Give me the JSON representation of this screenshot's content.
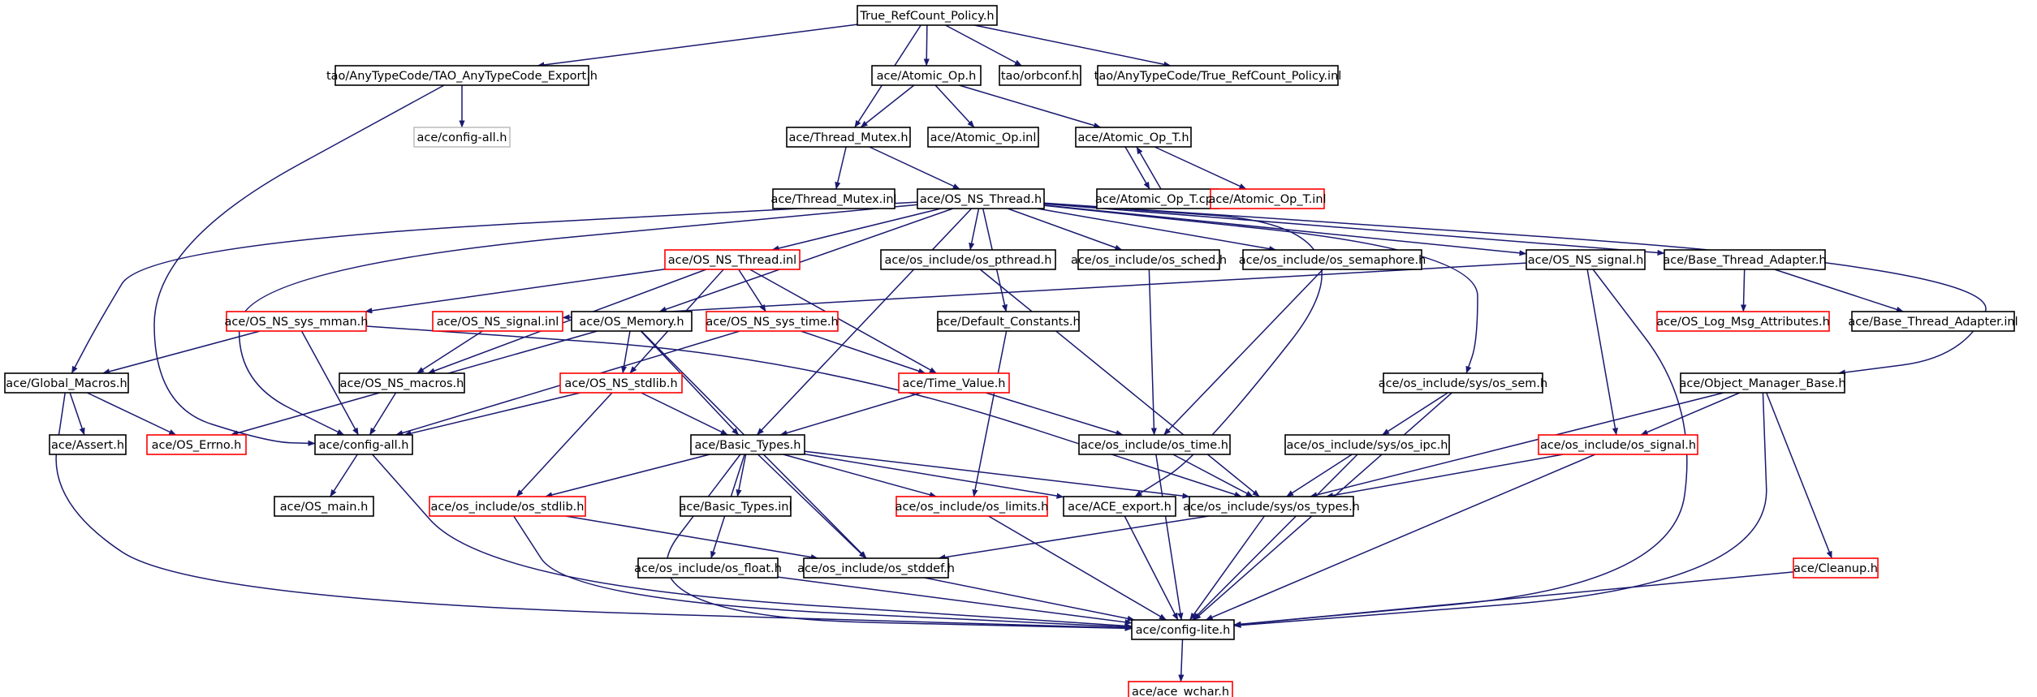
{
  "graph": {
    "title": "True_RefCount_Policy.h",
    "colors": {
      "edge": "#191970",
      "root_fill": "#bfbfbf",
      "documented_border": "#000000",
      "undocumented_border": "#ff0000",
      "external_border": "#bfbfbf",
      "root_border": "#000000"
    },
    "nodes": [
      {
        "id": "n0",
        "label": "True_RefCount_Policy.h",
        "style": "root"
      },
      {
        "id": "n1",
        "label": "tao/AnyTypeCode/TAO_AnyTypeCode_Export.h",
        "style": "black"
      },
      {
        "id": "n2",
        "label": "ace/Atomic_Op.h",
        "style": "black"
      },
      {
        "id": "n3",
        "label": "tao/orbconf.h",
        "style": "black"
      },
      {
        "id": "n4",
        "label": "tao/AnyTypeCode/True_RefCount_Policy.inl",
        "style": "black"
      },
      {
        "id": "n5",
        "label": "ace/config-all.h",
        "style": "gray"
      },
      {
        "id": "n6",
        "label": "ace/Thread_Mutex.h",
        "style": "black"
      },
      {
        "id": "n7",
        "label": "ace/Atomic_Op.inl",
        "style": "black"
      },
      {
        "id": "n8",
        "label": "ace/Atomic_Op_T.h",
        "style": "black"
      },
      {
        "id": "n9",
        "label": "ace/Thread_Mutex.inl",
        "style": "black"
      },
      {
        "id": "n10",
        "label": "ace/OS_NS_Thread.h",
        "style": "black"
      },
      {
        "id": "n11",
        "label": "ace/Atomic_Op_T.cpp",
        "style": "black"
      },
      {
        "id": "n12",
        "label": "ace/Atomic_Op_T.inl",
        "style": "red"
      },
      {
        "id": "n13",
        "label": "ace/OS_NS_Thread.inl",
        "style": "red"
      },
      {
        "id": "n14",
        "label": "ace/os_include/os_pthread.h",
        "style": "black"
      },
      {
        "id": "n15",
        "label": "ace/os_include/os_sched.h",
        "style": "black"
      },
      {
        "id": "n16",
        "label": "ace/os_include/os_semaphore.h",
        "style": "black"
      },
      {
        "id": "n17",
        "label": "ace/OS_NS_signal.h",
        "style": "black"
      },
      {
        "id": "n18",
        "label": "ace/Base_Thread_Adapter.h",
        "style": "black"
      },
      {
        "id": "n19",
        "label": "ace/OS_NS_sys_mman.h",
        "style": "red"
      },
      {
        "id": "n20",
        "label": "ace/OS_NS_signal.inl",
        "style": "red"
      },
      {
        "id": "n21",
        "label": "ace/OS_Memory.h",
        "style": "black"
      },
      {
        "id": "n22",
        "label": "ace/OS_NS_sys_time.h",
        "style": "red"
      },
      {
        "id": "n23",
        "label": "ace/Default_Constants.h",
        "style": "black"
      },
      {
        "id": "n24",
        "label": "ace/OS_Log_Msg_Attributes.h",
        "style": "red"
      },
      {
        "id": "n25",
        "label": "ace/Base_Thread_Adapter.inl",
        "style": "black"
      },
      {
        "id": "n26",
        "label": "ace/Global_Macros.h",
        "style": "black"
      },
      {
        "id": "n27",
        "label": "ace/OS_NS_macros.h",
        "style": "black"
      },
      {
        "id": "n28",
        "label": "ace/OS_NS_stdlib.h",
        "style": "red"
      },
      {
        "id": "n29",
        "label": "ace/Time_Value.h",
        "style": "red"
      },
      {
        "id": "n30",
        "label": "ace/os_include/sys/os_sem.h",
        "style": "black"
      },
      {
        "id": "n31",
        "label": "ace/Object_Manager_Base.h",
        "style": "black"
      },
      {
        "id": "n32",
        "label": "ace/Assert.h",
        "style": "black"
      },
      {
        "id": "n33",
        "label": "ace/OS_Errno.h",
        "style": "red"
      },
      {
        "id": "n34",
        "label": "ace/config-all.h",
        "style": "black"
      },
      {
        "id": "n35",
        "label": "ace/Basic_Types.h",
        "style": "black"
      },
      {
        "id": "n36",
        "label": "ace/os_include/os_time.h",
        "style": "black"
      },
      {
        "id": "n37",
        "label": "ace/os_include/sys/os_ipc.h",
        "style": "black"
      },
      {
        "id": "n38",
        "label": "ace/os_include/os_signal.h",
        "style": "red"
      },
      {
        "id": "n39",
        "label": "ace/OS_main.h",
        "style": "black"
      },
      {
        "id": "n40",
        "label": "ace/os_include/os_stdlib.h",
        "style": "red"
      },
      {
        "id": "n41",
        "label": "ace/Basic_Types.inl",
        "style": "black"
      },
      {
        "id": "n42",
        "label": "ace/os_include/os_limits.h",
        "style": "red"
      },
      {
        "id": "n43",
        "label": "ace/ACE_export.h",
        "style": "black"
      },
      {
        "id": "n44",
        "label": "ace/os_include/sys/os_types.h",
        "style": "black"
      },
      {
        "id": "n45",
        "label": "ace/os_include/os_float.h",
        "style": "black"
      },
      {
        "id": "n46",
        "label": "ace/os_include/os_stddef.h",
        "style": "black"
      },
      {
        "id": "n47",
        "label": "ace/Cleanup.h",
        "style": "red"
      },
      {
        "id": "n48",
        "label": "ace/config-lite.h",
        "style": "black"
      },
      {
        "id": "n49",
        "label": "ace/ace_wchar.h",
        "style": "red"
      }
    ],
    "edges": [
      [
        "n0",
        "n1"
      ],
      [
        "n0",
        "n2"
      ],
      [
        "n0",
        "n3"
      ],
      [
        "n0",
        "n4"
      ],
      [
        "n0",
        "n6"
      ],
      [
        "n1",
        "n5"
      ],
      [
        "n1",
        "n34"
      ],
      [
        "n2",
        "n6"
      ],
      [
        "n2",
        "n7"
      ],
      [
        "n2",
        "n8"
      ],
      [
        "n6",
        "n9"
      ],
      [
        "n6",
        "n10"
      ],
      [
        "n8",
        "n11"
      ],
      [
        "n8",
        "n12"
      ],
      [
        "n11",
        "n8"
      ],
      [
        "n10",
        "n13"
      ],
      [
        "n10",
        "n14"
      ],
      [
        "n10",
        "n15"
      ],
      [
        "n10",
        "n16"
      ],
      [
        "n10",
        "n17"
      ],
      [
        "n10",
        "n18"
      ],
      [
        "n10",
        "n21"
      ],
      [
        "n10",
        "n23"
      ],
      [
        "n10",
        "n26"
      ],
      [
        "n10",
        "n34"
      ],
      [
        "n10",
        "n35"
      ],
      [
        "n10",
        "n30"
      ],
      [
        "n10",
        "n31"
      ],
      [
        "n10",
        "n43"
      ],
      [
        "n13",
        "n19"
      ],
      [
        "n13",
        "n22"
      ],
      [
        "n13",
        "n27"
      ],
      [
        "n13",
        "n28"
      ],
      [
        "n13",
        "n29"
      ],
      [
        "n14",
        "n44"
      ],
      [
        "n15",
        "n36"
      ],
      [
        "n16",
        "n36"
      ],
      [
        "n17",
        "n20"
      ],
      [
        "n17",
        "n38"
      ],
      [
        "n17",
        "n48"
      ],
      [
        "n18",
        "n24"
      ],
      [
        "n18",
        "n25"
      ],
      [
        "n19",
        "n26"
      ],
      [
        "n19",
        "n34"
      ],
      [
        "n19",
        "n44"
      ],
      [
        "n20",
        "n27"
      ],
      [
        "n21",
        "n33"
      ],
      [
        "n21",
        "n28"
      ],
      [
        "n21",
        "n35"
      ],
      [
        "n21",
        "n46"
      ],
      [
        "n22",
        "n29"
      ],
      [
        "n22",
        "n34"
      ],
      [
        "n23",
        "n42"
      ],
      [
        "n26",
        "n32"
      ],
      [
        "n26",
        "n33"
      ],
      [
        "n26",
        "n48"
      ],
      [
        "n27",
        "n34"
      ],
      [
        "n28",
        "n34"
      ],
      [
        "n28",
        "n35"
      ],
      [
        "n28",
        "n40"
      ],
      [
        "n29",
        "n35"
      ],
      [
        "n29",
        "n36"
      ],
      [
        "n30",
        "n37"
      ],
      [
        "n30",
        "n48"
      ],
      [
        "n31",
        "n38"
      ],
      [
        "n31",
        "n44"
      ],
      [
        "n31",
        "n47"
      ],
      [
        "n31",
        "n48"
      ],
      [
        "n34",
        "n39"
      ],
      [
        "n34",
        "n48"
      ],
      [
        "n35",
        "n40"
      ],
      [
        "n35",
        "n41"
      ],
      [
        "n35",
        "n42"
      ],
      [
        "n35",
        "n43"
      ],
      [
        "n35",
        "n44"
      ],
      [
        "n35",
        "n45"
      ],
      [
        "n35",
        "n46"
      ],
      [
        "n35",
        "n48"
      ],
      [
        "n36",
        "n44"
      ],
      [
        "n36",
        "n48"
      ],
      [
        "n37",
        "n44"
      ],
      [
        "n37",
        "n48"
      ],
      [
        "n38",
        "n44"
      ],
      [
        "n38",
        "n48"
      ],
      [
        "n40",
        "n46"
      ],
      [
        "n40",
        "n48"
      ],
      [
        "n42",
        "n48"
      ],
      [
        "n43",
        "n48"
      ],
      [
        "n44",
        "n46"
      ],
      [
        "n44",
        "n48"
      ],
      [
        "n45",
        "n48"
      ],
      [
        "n46",
        "n48"
      ],
      [
        "n47",
        "n48"
      ],
      [
        "n48",
        "n49"
      ]
    ]
  }
}
